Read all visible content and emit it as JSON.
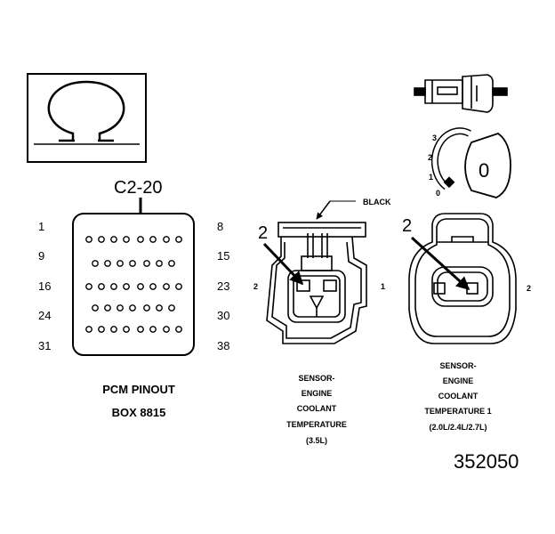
{
  "symbol": {
    "name": "ohm-icon",
    "glyph": "Ω"
  },
  "pcm": {
    "callout": "C2-20",
    "left_pins": [
      "1",
      "9",
      "16",
      "24",
      "31"
    ],
    "right_pins": [
      "8",
      "15",
      "23",
      "30",
      "38"
    ],
    "caption_line1": "PCM PINOUT",
    "caption_line2": "BOX 8815"
  },
  "sensor_35": {
    "wire_color_label": "BLACK",
    "callout": "2",
    "side_left": "2",
    "side_right": "1",
    "caption": [
      "SENSOR-",
      "ENGINE",
      "COOLANT",
      "TEMPERATURE",
      "(3.5L)"
    ]
  },
  "sensor_1": {
    "callout": "2",
    "side_right": "2",
    "caption": [
      "SENSOR-",
      "ENGINE",
      "COOLANT",
      "TEMPERATURE 1",
      "(2.0L/2.4L/2.7L)"
    ]
  },
  "meter": {
    "scale": [
      "3",
      "2",
      "1",
      "0"
    ],
    "reading": "0"
  },
  "figure_number": "352050"
}
